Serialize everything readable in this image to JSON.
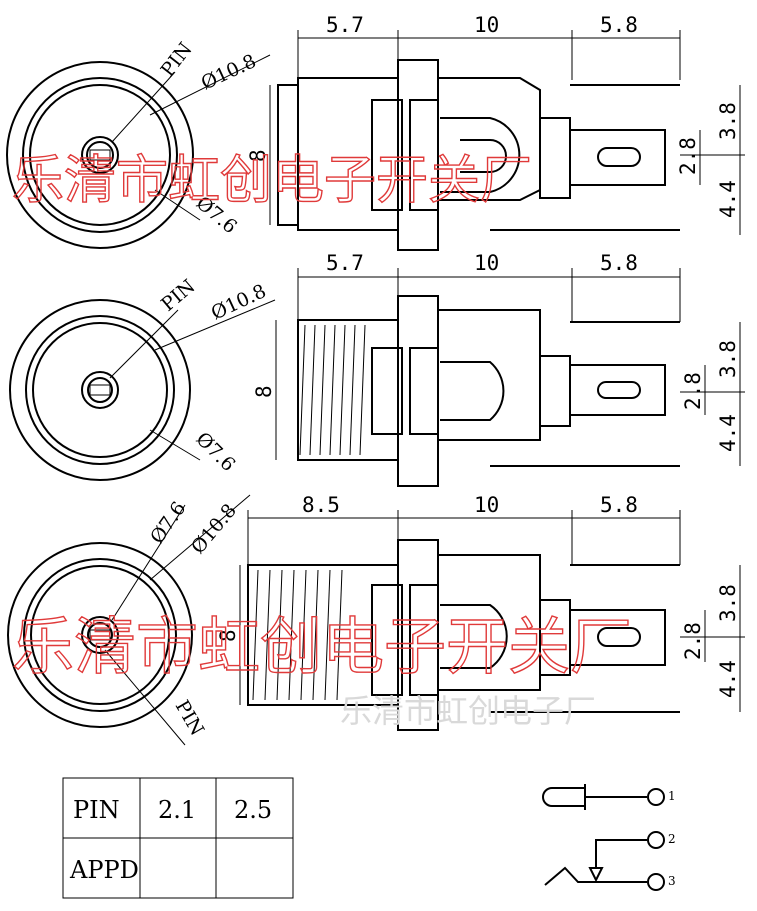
{
  "views": [
    {
      "id": "top",
      "dims": {
        "front_length": "5.7",
        "body_length": "10",
        "pin_length": "5.8",
        "height": "8",
        "upper_pin": "3.8",
        "pin_gap": "2.8",
        "lower_pin": "4.4"
      },
      "circle": {
        "outer": "Ø10.8",
        "inner": "Ø7.6",
        "pin": "PIN"
      }
    },
    {
      "id": "middle",
      "dims": {
        "front_length": "5.7",
        "body_length": "10",
        "pin_length": "5.8",
        "height": "8",
        "upper_pin": "3.8",
        "pin_gap": "2.8",
        "lower_pin": "4.4"
      },
      "circle": {
        "outer": "Ø10.8",
        "inner": "Ø7.6",
        "pin": "PIN"
      }
    },
    {
      "id": "bottom",
      "dims": {
        "front_length": "8.5",
        "body_length": "10",
        "pin_length": "5.8",
        "height": "8",
        "upper_pin": "3.8",
        "pin_gap": "2.8",
        "lower_pin": "4.4"
      },
      "circle": {
        "outer": "Ø10.8",
        "inner": "Ø7.6",
        "pin": "PIN"
      }
    }
  ],
  "watermarks": {
    "red": "乐清市虹创电子开关厂",
    "gray": "乐清市虹创电子厂"
  },
  "table": {
    "header": [
      "PIN",
      "2.1",
      "2.5"
    ],
    "row": [
      "APPD",
      "",
      ""
    ]
  },
  "schematic": {
    "pin1": "1",
    "pin2": "2",
    "pin3": "3"
  },
  "colors": {
    "line": "#000000",
    "watermark_red": "#e03a3a",
    "watermark_gray": "#d9d9d9"
  }
}
